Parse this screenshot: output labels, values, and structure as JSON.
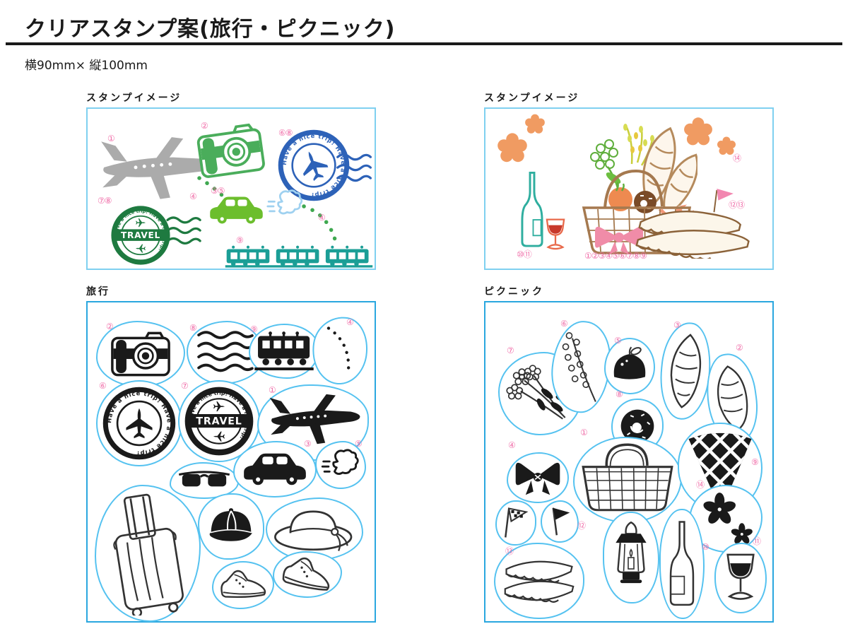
{
  "page": {
    "title": "クリアスタンプ案(旅行・ピクニック)",
    "size_label": "横90mm× 縦100mm"
  },
  "stamp_text": {
    "travel": "TRAVEL",
    "circular": "Have a nice trip!  Have a nice trip!"
  },
  "colors": {
    "panel_border_top": "#7FD0F0",
    "panel_border_bottom": "#2AA7DF",
    "diecut_outline": "#55C2F0",
    "badge_pink": "#F06EA9",
    "plane_gray": "#ABABAB",
    "camera_green": "#4AAD5B",
    "postmark_blue": "#2D62B8",
    "car_green": "#6CBE2D",
    "travel_green": "#1E7A40",
    "train_teal": "#1B9E96",
    "flower_orange": "#F09B62",
    "bottle_teal": "#2FAE9F",
    "wine_red": "#C8392B",
    "basket_brown": "#A5794F",
    "bow_pink": "#F08CA8",
    "ink_black": "#1A1A1A"
  },
  "panels": {
    "travel_image": {
      "label": "スタンプイメージ",
      "badges": {
        "airplane": "①",
        "camera": "②",
        "postmark_wavy": "⑥⑧",
        "trail_left": "④",
        "car_puff": "③⑤",
        "travel_stamp_wavy": "⑦⑧",
        "trail_right": "④",
        "train": "⑨"
      }
    },
    "picnic_image": {
      "label": "スタンプイメージ",
      "badges": {
        "flowers_right": "⑭",
        "bottle_glass": "⑩⑪",
        "basket_contents": "①②③④⑤⑥⑦⑧⑨",
        "sandwich_flag": "⑫⑬"
      }
    },
    "travel_sheet": {
      "label": "旅行",
      "badges": {
        "airplane": "①",
        "camera": "②",
        "car": "③",
        "dotted_arc": "④",
        "puff": "⑤",
        "postmark": "⑥",
        "travel_stamp": "⑦",
        "wavy_lines": "⑧",
        "train": "⑨"
      }
    },
    "picnic_sheet": {
      "label": "ピクニック",
      "badges": {
        "basket": "①",
        "bread": "②",
        "baguette": "③",
        "bow": "④",
        "apple": "⑤",
        "branch": "⑥",
        "bouquet": "⑦",
        "donut": "⑧",
        "checkered_cloth": "⑨",
        "bottle": "⑩",
        "wine_glass": "⑪",
        "flag": "⑫",
        "sandwich": "⑬",
        "flowers": "⑭"
      }
    }
  }
}
